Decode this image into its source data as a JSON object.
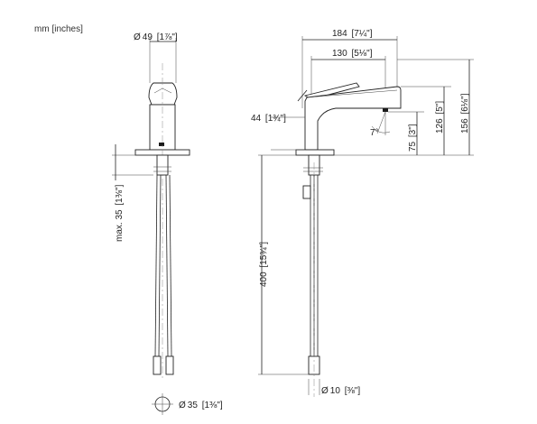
{
  "units_label": "mm [inches]",
  "dimensions": {
    "spout_diameter": {
      "value": "49",
      "inch": "1⅞\""
    },
    "overall_length": {
      "value": "184",
      "inch": "7¼\""
    },
    "spout_reach": {
      "value": "130",
      "inch": "5⅛\""
    },
    "base_height": {
      "value": "44",
      "inch": "1¾\""
    },
    "outlet_height": {
      "value": "75",
      "inch": "3\""
    },
    "spout_height": {
      "value": "126",
      "inch": "5\""
    },
    "overall_height": {
      "value": "156",
      "inch": "6⅛\""
    },
    "max_mounting": {
      "value": "max. 35",
      "inch": "1⅜\""
    },
    "hose_length": {
      "value": "400",
      "inch": "15¾\""
    },
    "hose_diameter": {
      "value": "10",
      "inch": "⅜\""
    },
    "hole_diameter": {
      "value": "35",
      "inch": "1⅜\""
    },
    "outlet_angle": {
      "value": "7°"
    }
  },
  "symbols": {
    "diameter": "Ø"
  }
}
